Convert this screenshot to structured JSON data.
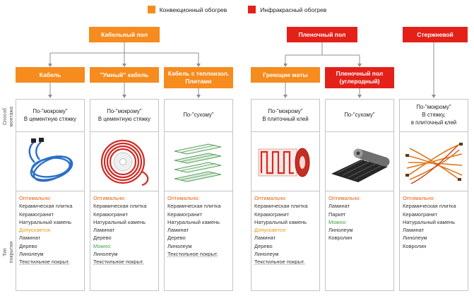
{
  "colors": {
    "convection": "#F68B1E",
    "infrared": "#E32119",
    "optimal_header": "#E8610A",
    "allowed_header": "#F0930F",
    "can_header": "#3BA540"
  },
  "legend": [
    {
      "label": "Конвекционный обогрев"
    },
    {
      "label": "Инфракрасный обогрев"
    }
  ],
  "side_labels": {
    "install": "Способ монтажа",
    "coverage": "Тип покрытия"
  },
  "roots": [
    {
      "label": "Кабельный пол"
    },
    {
      "label": "Пленочный пол"
    },
    {
      "label": "Стержневой"
    }
  ],
  "nodes": [
    {
      "label": "Кабель"
    },
    {
      "label": "\"Умный\" кабель"
    },
    {
      "label": "Кабель с теплоизол. Плитами"
    },
    {
      "label": "Греющие маты"
    },
    {
      "label": "Пленочный пол (углеродный)"
    }
  ],
  "cards": [
    {
      "image": "cable-coil",
      "install": [
        "По-\"мокрому\"",
        "В цементную стяжку"
      ],
      "sections": [
        {
          "header": "Оптимально:",
          "items": [
            "Керамическая плитка",
            "Керамогранит",
            "Натуральный камень"
          ]
        },
        {
          "header": "Допускается:",
          "items": [
            "Ламинат",
            "Дерево",
            "Линолеум",
            "Текстильное покрыт."
          ]
        }
      ]
    },
    {
      "image": "cable-spool",
      "install": [
        "По-\"мокрому\"",
        "В цементную стяжку"
      ],
      "sections": [
        {
          "header": "Оптимально:",
          "items": [
            "Керамическая плитка",
            "Керамогранит",
            "Натуральный камень",
            "Ламинат",
            "Дерево"
          ]
        },
        {
          "header": "Можно:",
          "items": [
            "Линолеум",
            "Текстильное покрыт."
          ]
        }
      ]
    },
    {
      "image": "insulation-plates",
      "install": [
        "По-\"сухому\""
      ],
      "sections": [
        {
          "header": "Оптимально:",
          "items": [
            "Керамическая плитка",
            "Керамогранит",
            "Натуральный камень",
            "Ламинат",
            "Дерево",
            "Линолеум",
            "Текстильное покрыт."
          ]
        }
      ]
    },
    {
      "image": "heating-mat",
      "install": [
        "По-\"мокрому\"",
        "В плиточный клей"
      ],
      "sections": [
        {
          "header": "Оптимально:",
          "items": [
            "Керамическая плитка",
            "Керамогранит",
            "Натуральный камень"
          ]
        },
        {
          "header": "Допускается:",
          "items": [
            "Ламинат",
            "Дерево",
            "Линолеум",
            "Текстильное покрыт."
          ]
        }
      ]
    },
    {
      "image": "film-roll",
      "install": [
        "По-\"сухому\""
      ],
      "sections": [
        {
          "header": "Оптимально:",
          "items": [
            "Ламинат",
            "Паркет"
          ]
        },
        {
          "header": "Можно:",
          "items": [
            "Линолеум",
            "Ковролин"
          ]
        }
      ]
    },
    {
      "image": "rod-bundle",
      "install": [
        "По-\"мокрому\"",
        "В стяжку,",
        "в плиточный клей"
      ],
      "sections": [
        {
          "header": "Оптимально:",
          "items": [
            "Керамическая плитка",
            "Керамогранит",
            "Натуральный камень",
            "Ламинат",
            "Линолеум",
            "Ковролин"
          ]
        }
      ]
    }
  ]
}
